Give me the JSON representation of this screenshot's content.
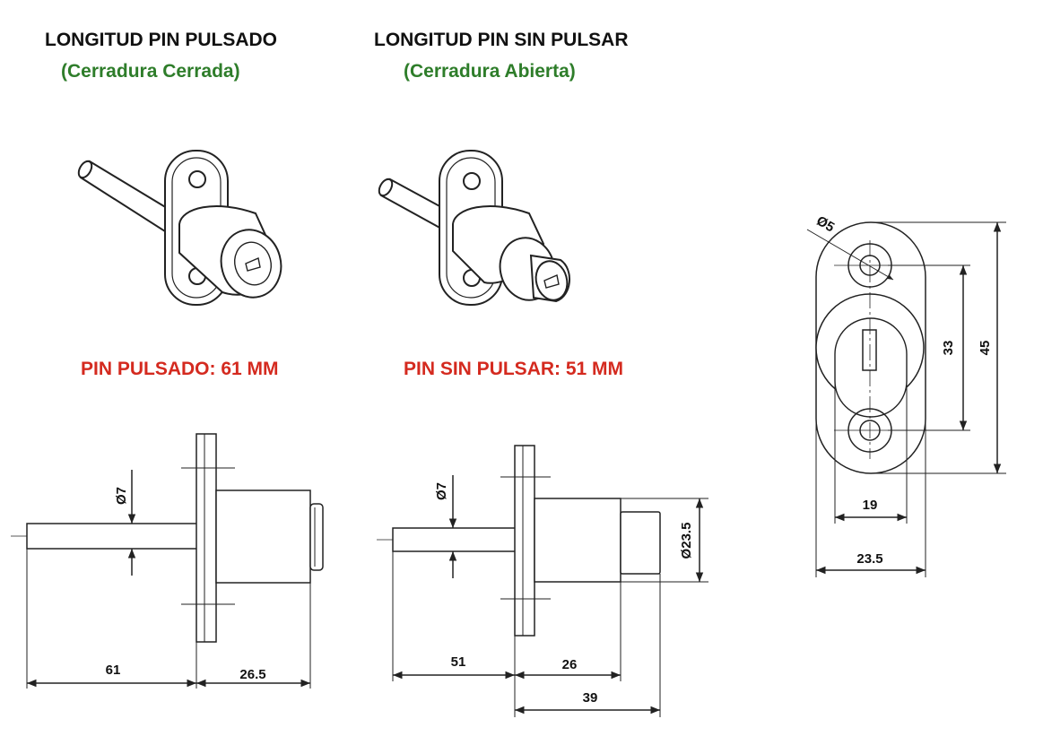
{
  "headers": {
    "left_title": "LONGITUD PIN PULSADO",
    "left_subtitle": "(Cerradura Cerrada)",
    "right_title": "LONGITUD PIN SIN PULSAR",
    "right_subtitle": "(Cerradura Abierta)"
  },
  "captions": {
    "left": "PIN PULSADO: 61 MM",
    "right": "PIN SIN PULSAR: 51 MM"
  },
  "dimensions_pressed": {
    "pin_diameter": "Ø7",
    "pin_length": "61",
    "body_length": "26.5"
  },
  "dimensions_unpressed": {
    "pin_diameter": "Ø7",
    "pin_length": "51",
    "body_length": "26",
    "total_body_length": "39",
    "body_diameter": "Ø23.5"
  },
  "dimensions_front": {
    "hole_diameter": "Ø5",
    "hole_spacing": "33",
    "plate_height": "45",
    "cylinder_width": "19",
    "plate_width": "23.5"
  },
  "colors": {
    "title": "#111111",
    "subtitle_green": "#2e7d2a",
    "caption_red": "#d42a1f",
    "line": "#222222"
  }
}
